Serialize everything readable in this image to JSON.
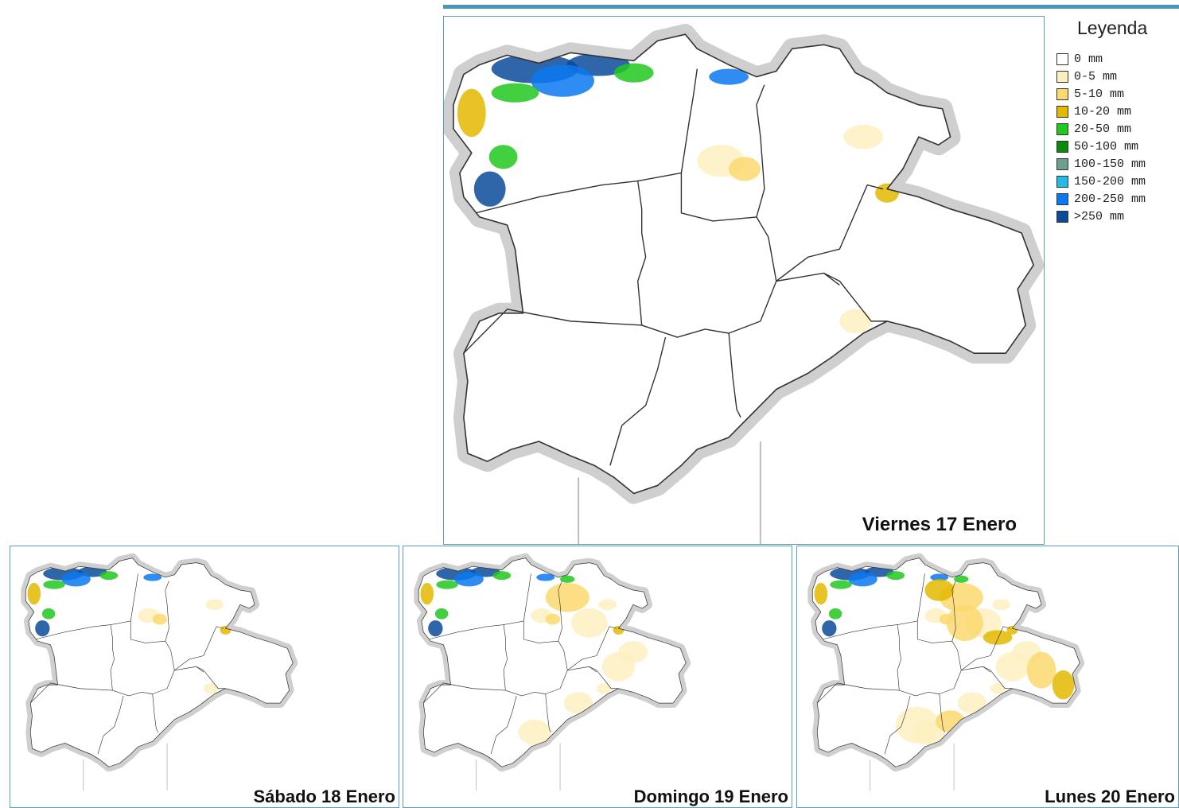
{
  "legend": {
    "title": "Leyenda",
    "items": [
      {
        "label": "0 mm",
        "color": "#ffffff"
      },
      {
        "label": "0-5 mm",
        "color": "#fdf0c0"
      },
      {
        "label": "5-10 mm",
        "color": "#fbd96e"
      },
      {
        "label": "10-20 mm",
        "color": "#e3b800"
      },
      {
        "label": "20-50 mm",
        "color": "#22c81e"
      },
      {
        "label": "50-100 mm",
        "color": "#0a8a0a"
      },
      {
        "label": "100-150 mm",
        "color": "#6e9e8c"
      },
      {
        "label": "150-200 mm",
        "color": "#25b9e6"
      },
      {
        "label": "200-250 mm",
        "color": "#0a78f0"
      },
      {
        "label": ">250 mm",
        "color": "#0a4a9a"
      }
    ]
  },
  "maps": [
    {
      "label": "Viernes 17 Enero",
      "intensity": 1
    },
    {
      "label": "Sábado 18 Enero",
      "intensity": 1
    },
    {
      "label": "Domingo 19 Enero",
      "intensity": 2
    },
    {
      "label": "Lunes 20 Enero",
      "intensity": 3
    }
  ],
  "colors": {
    "panel_border": "#58a1bd",
    "outline": "#333333",
    "halo": "#e6e6e6"
  }
}
